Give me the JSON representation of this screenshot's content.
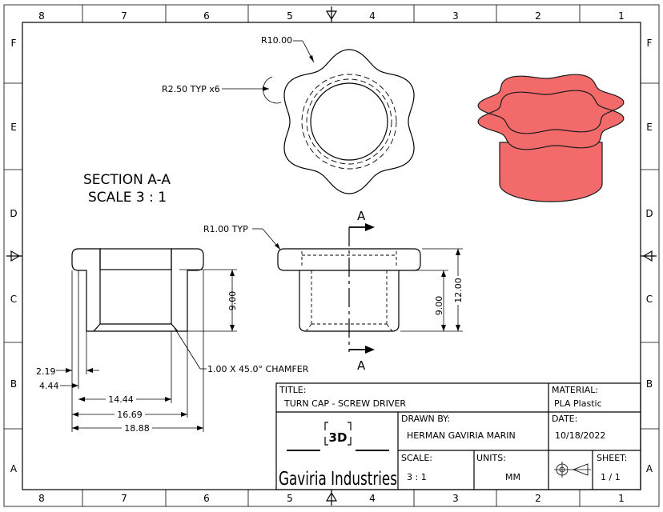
{
  "border": {
    "columns": [
      "8",
      "7",
      "6",
      "5",
      "4",
      "3",
      "2",
      "1"
    ],
    "rows": [
      "F",
      "E",
      "D",
      "C",
      "B",
      "A"
    ]
  },
  "section": {
    "title": "SECTION A-A",
    "scale": "SCALE 3 : 1",
    "dims": {
      "d1": "2.19",
      "d2": "4.44",
      "d3": "14.44",
      "d4": "16.69",
      "d5": "18.88",
      "height": "9.00",
      "chamfer": "1.00 X 45.0° CHAMFER"
    }
  },
  "top_view": {
    "radius": "R10.00",
    "lobe_radius": "R2.50 TYP x6"
  },
  "front_view": {
    "fillet": "R1.00 TYP",
    "cut_label": "A",
    "inner_height": "9.00",
    "total_height": "12.00"
  },
  "title_block": {
    "title_label": "TITLE:",
    "title_value": "TURN CAP - SCREW DRIVER",
    "material_label": "MATERIAL:",
    "material_value": "PLA Plastic",
    "drawn_by_label": "DRAWN BY:",
    "drawn_by_value": "HERMAN GAVIRIA MARIN",
    "date_label": "DATE:",
    "date_value": "10/18/2022",
    "logo_text": "3D",
    "company": "Gaviria Industries",
    "scale_label": "SCALE:",
    "scale_value": "3 : 1",
    "units_label": "UNITS:",
    "units_value": "MM",
    "sheet_label": "SHEET:",
    "sheet_value": "1 / 1"
  },
  "colors": {
    "model_fill": "#f26a6a",
    "model_edge": "#1a1a1a"
  }
}
